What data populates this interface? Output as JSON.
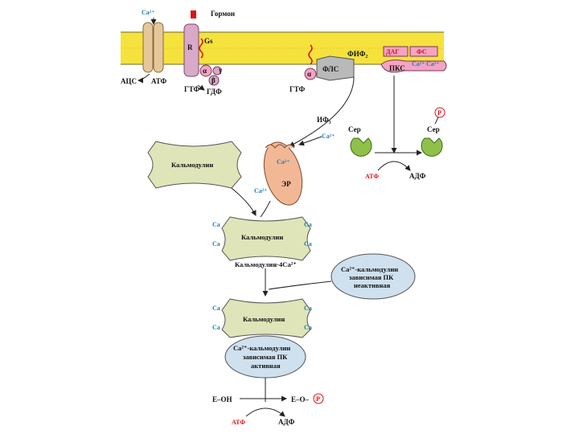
{
  "labels": {
    "ca2_top": "Ca²⁺",
    "hormone": "Гормон",
    "adc": "АЦС",
    "atf_top": "АТФ",
    "receptor_r": "R",
    "gs": "Gs",
    "alpha1": "α",
    "beta1": "β",
    "gamma1": "γ",
    "gtf1": "ГТФ",
    "gdf": "ГДФ",
    "fif2": "ФИФ₂",
    "dag": "ДАГ",
    "fs": "ФС",
    "pks": "ПКС",
    "ca2_pks": "Ca²⁺",
    "ca2_pks2": "Ca²⁺",
    "fls": "ФЛС",
    "alpha2": "α",
    "gtf2": "ГТФ",
    "if3": "ИФ₃",
    "ca2_if3": "Ca²⁺",
    "ser_left": "Сер",
    "ser_right": "Сер",
    "p_ser": "P",
    "atf_ser": "АТФ",
    "adf_ser": "АДФ",
    "calmodulin_1": "Кальмодулин",
    "ca2_er": "Ca²⁺",
    "er": "ЭР",
    "ca2_er_out": "Ca²⁺",
    "ca_tl": "Ca",
    "ca_tr": "Ca",
    "ca_bl": "Ca",
    "ca_br": "Ca",
    "calmodulin_2": "Кальмодулин",
    "calmodulin_4ca": "Кальмодулин·4Ca²⁺",
    "pk_inactive_l1": "Ca²⁺-кальмодулин",
    "pk_inactive_l2": "зависимая ПК",
    "pk_inactive_l3": "неактивная",
    "ca3_tl": "Ca",
    "ca3_tr": "Ca",
    "ca3_bl": "Ca",
    "ca3_br": "Ca",
    "calmodulin_3": "Кальмодулин",
    "pk_active_l1": "Ca²⁺-кальмодулин",
    "pk_active_l2": "зависимая ПК",
    "pk_active_l3": "активная",
    "e_oh": "E–OH",
    "e_o": "E–O–",
    "p_e": "P",
    "atf_bottom": "АТФ",
    "adf_bottom": "АДФ"
  },
  "colors": {
    "membrane": "#f5e23c",
    "calmodulin": "#dfe5b8",
    "protein_green": "#8fc04a",
    "enzyme_ellipse": "#cfe0ee",
    "er": "#f2b896",
    "pink": "#f4a3c4",
    "receptor": "#d8a9c8",
    "channel": "#e6c79a",
    "fls": "#b9b9b9",
    "accent_red": "#dd1111",
    "accent_blue": "#1a7fb8"
  }
}
